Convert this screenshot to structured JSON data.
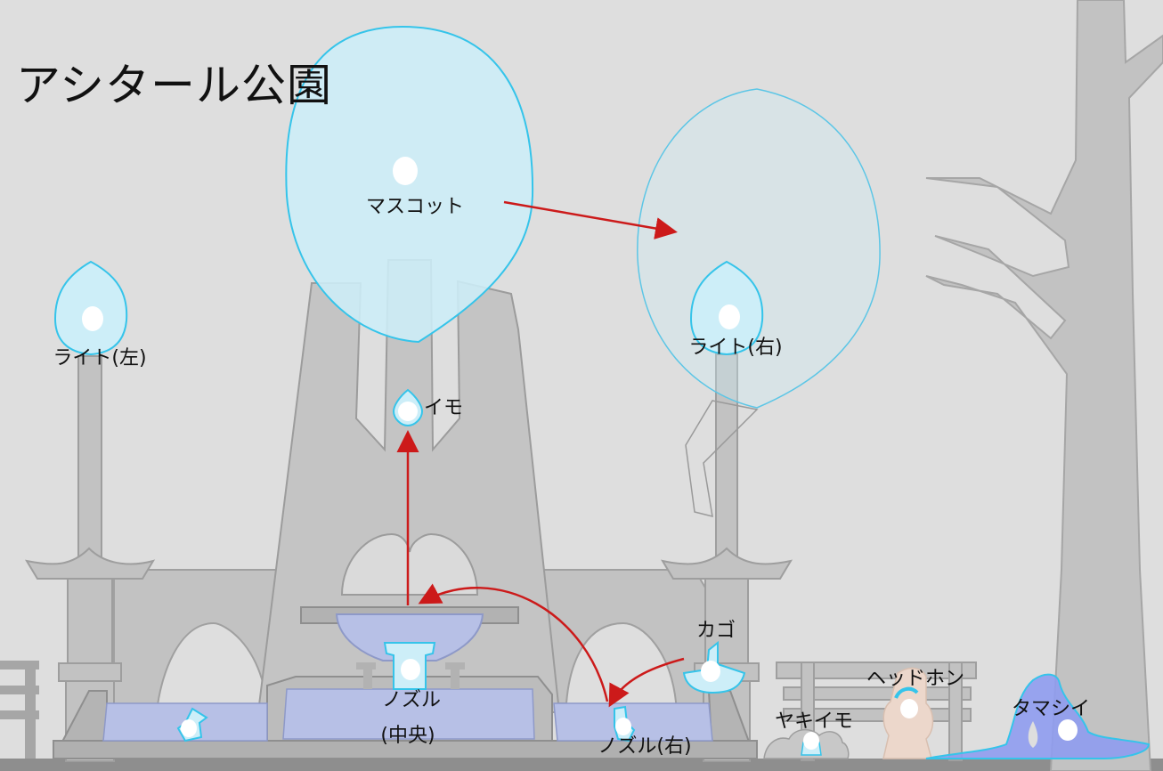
{
  "title": "アシタール公園",
  "labels": {
    "mascot": "マスコット",
    "light_left": "ライト(左)",
    "light_right": "ライト(右)",
    "imo": "イモ",
    "nozzle_center": "ノズル",
    "nozzle_center_sub": "(中央)",
    "nozzle_right": "ノズル(右)",
    "kago": "カゴ",
    "headphone": "ヘッドホン",
    "yakiimo": "ヤキイモ",
    "tamashii": "タマシイ"
  },
  "colors": {
    "background": "#dedede",
    "structure": "#c4c4c4",
    "structure_dark": "#a8a8a8",
    "water": "#b7c0e6",
    "highlight_fill": "#cdeef8",
    "highlight_stroke": "#35c4ea",
    "arrow": "#cc1a1a",
    "tamashii": "#8f9cf0",
    "headphone_body": "#ecd7cb"
  }
}
